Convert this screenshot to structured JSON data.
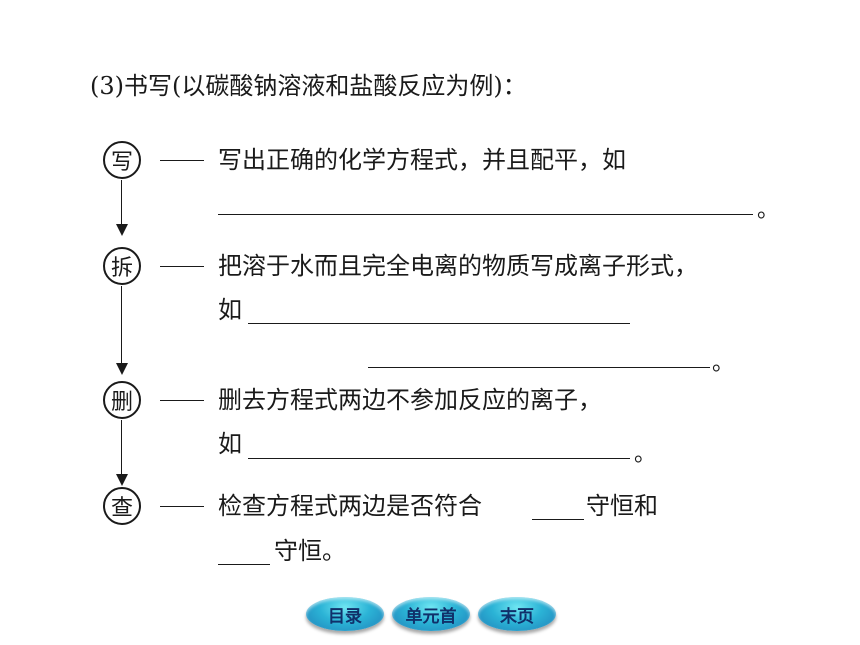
{
  "heading": "(3)书写(以碳酸钠溶液和盐酸反应为例)：",
  "steps": [
    {
      "char": "写",
      "line1": "写出正确的化学方程式，并且配平，如",
      "end_mark": "。"
    },
    {
      "char": "拆",
      "line1": "把溶于水而且完全电离的物质写成离子形式，",
      "line2_prefix": "如",
      "end_mark": "。"
    },
    {
      "char": "删",
      "line1": "删去方程式两边不参加反应的离子，",
      "line2_prefix": "如",
      "end_mark": "。"
    },
    {
      "char": "查",
      "line1": "检查方程式两边是否符合",
      "line1_suffix": "守恒和",
      "line2_suffix": "守恒。"
    }
  ],
  "nav": {
    "contents": "目录",
    "unit_first": "单元首",
    "last_page": "末页"
  },
  "nav_color": "#2bb3d6"
}
